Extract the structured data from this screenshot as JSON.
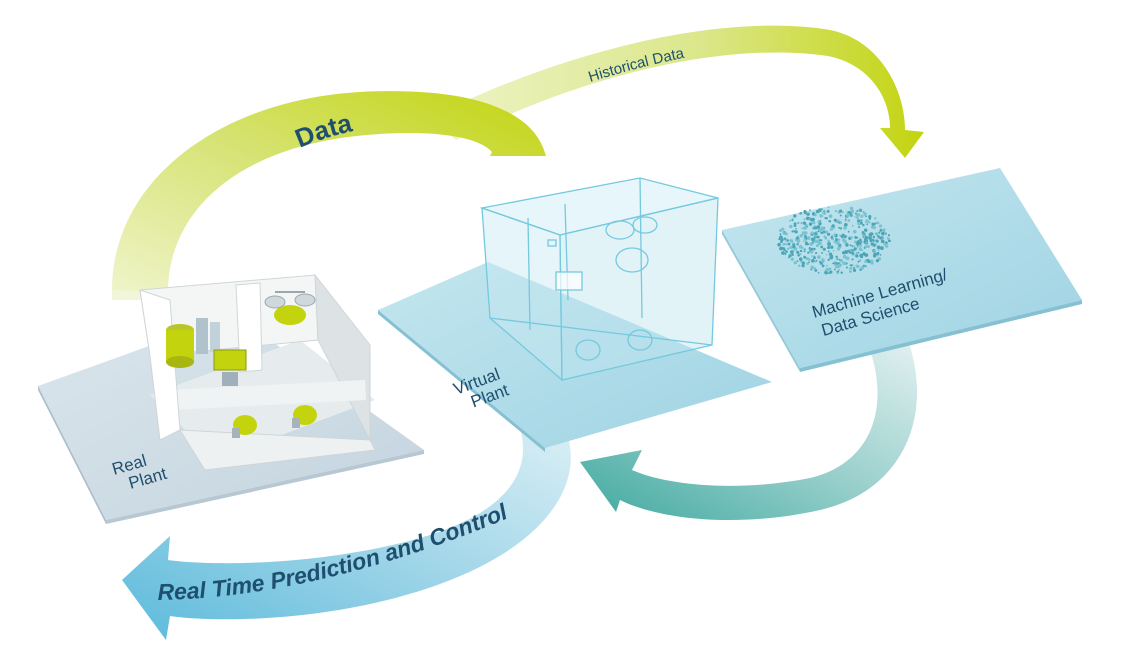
{
  "labels": {
    "historical_data": "Historical Data",
    "data": "Data",
    "real_plant_line1": "Real",
    "real_plant_line2": "Plant",
    "virtual_plant_line1": "Virtual",
    "virtual_plant_line2": "Plant",
    "ml_line1": "Machine Learning/",
    "ml_line2": "Data Science",
    "real_time": "Real Time Prediction and Control"
  },
  "colors": {
    "lime": "#c3d40f",
    "lime_light": "#e8efb4",
    "teal": "#4ab2a8",
    "blue_light": "#bfe3ee",
    "blue_mid": "#6cc2dd",
    "text_blue": "#1f4f6e",
    "slab_blue": "#a9d9e6",
    "slab_grey": "#c9d8e2"
  },
  "icons": [
    "real-plant-building-icon",
    "virtual-plant-wireframe-icon",
    "data-point-cloud-icon"
  ]
}
